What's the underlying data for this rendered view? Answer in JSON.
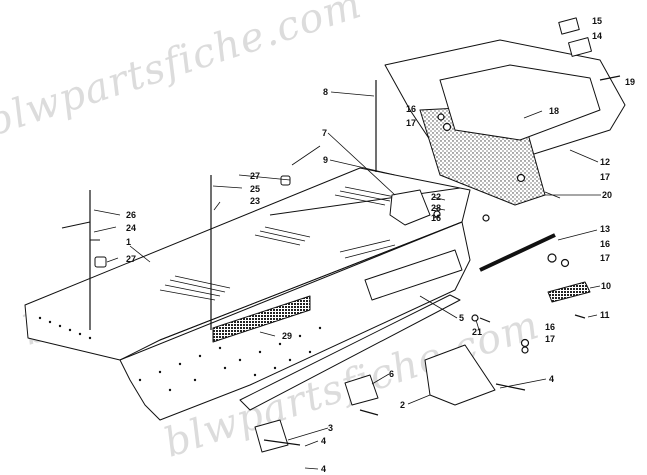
{
  "watermark": "blwpartsfiche.com",
  "colors": {
    "line": "#111111",
    "fill": "#ffffff",
    "stipple": "#333333",
    "watermark": "#dcdcdc"
  },
  "parts": [
    {
      "id": "p1",
      "label": "1"
    },
    {
      "id": "p2",
      "label": "2"
    },
    {
      "id": "p3",
      "label": "3"
    },
    {
      "id": "p4a",
      "label": "4"
    },
    {
      "id": "p4b",
      "label": "4"
    },
    {
      "id": "p4c",
      "label": "4"
    },
    {
      "id": "p5",
      "label": "5"
    },
    {
      "id": "p6",
      "label": "6"
    },
    {
      "id": "p7",
      "label": "7"
    },
    {
      "id": "p8",
      "label": "8"
    },
    {
      "id": "p9",
      "label": "9"
    },
    {
      "id": "p10",
      "label": "10"
    },
    {
      "id": "p11",
      "label": "11"
    },
    {
      "id": "p12",
      "label": "12"
    },
    {
      "id": "p13",
      "label": "13"
    },
    {
      "id": "p14",
      "label": "14"
    },
    {
      "id": "p15",
      "label": "15"
    },
    {
      "id": "p16a",
      "label": "16"
    },
    {
      "id": "p16b",
      "label": "16"
    },
    {
      "id": "p16c",
      "label": "16"
    },
    {
      "id": "p16d",
      "label": "16"
    },
    {
      "id": "p17a",
      "label": "17"
    },
    {
      "id": "p17b",
      "label": "17"
    },
    {
      "id": "p17c",
      "label": "17"
    },
    {
      "id": "p17d",
      "label": "17"
    },
    {
      "id": "p18",
      "label": "18"
    },
    {
      "id": "p19",
      "label": "19"
    },
    {
      "id": "p20",
      "label": "20"
    },
    {
      "id": "p21",
      "label": "21"
    },
    {
      "id": "p22",
      "label": "22"
    },
    {
      "id": "p23",
      "label": "23"
    },
    {
      "id": "p24",
      "label": "24"
    },
    {
      "id": "p25",
      "label": "25"
    },
    {
      "id": "p26",
      "label": "26"
    },
    {
      "id": "p27a",
      "label": "27"
    },
    {
      "id": "p27b",
      "label": "27"
    },
    {
      "id": "p28",
      "label": "28"
    },
    {
      "id": "p29",
      "label": "29"
    }
  ]
}
